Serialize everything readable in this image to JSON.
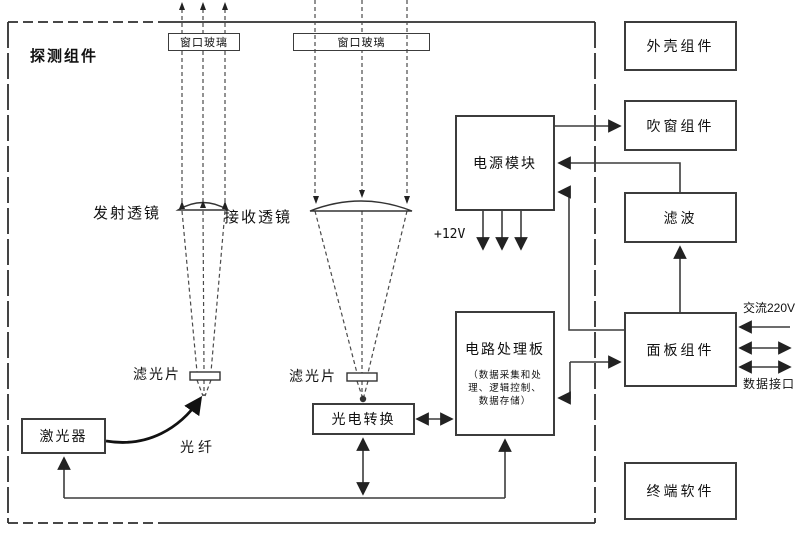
{
  "detection_assembly": {
    "label": "探测组件"
  },
  "optical": {
    "window_glass_left": "窗口玻璃",
    "window_glass_right": "窗口玻璃",
    "transmit_lens_label": "发射透镜",
    "receive_lens_label": "接收透镜",
    "filter_left_label": "滤光片",
    "filter_right_label": "滤光片",
    "laser_label": "激光器",
    "fiber_label": "光纤",
    "photoelectric_label": "光电转换"
  },
  "electronics": {
    "power_module_label": "电源模块",
    "power_output_label": "+12V",
    "circuit_board_title": "电路处理板",
    "circuit_board_sub": [
      "（数据采集和处",
      "理、逻辑控制、",
      "数据存储）"
    ]
  },
  "external": {
    "housing_label": "外壳组件",
    "blow_window_label": "吹窗组件",
    "filter_wave_label": "滤波",
    "panel_label": "面板组件",
    "terminal_software_label": "终端软件",
    "ac_label": "交流220V",
    "data_port_label": "数据接口"
  },
  "colors": {
    "line": "#3c3c3c",
    "text": "#111111",
    "background": "#ffffff"
  }
}
